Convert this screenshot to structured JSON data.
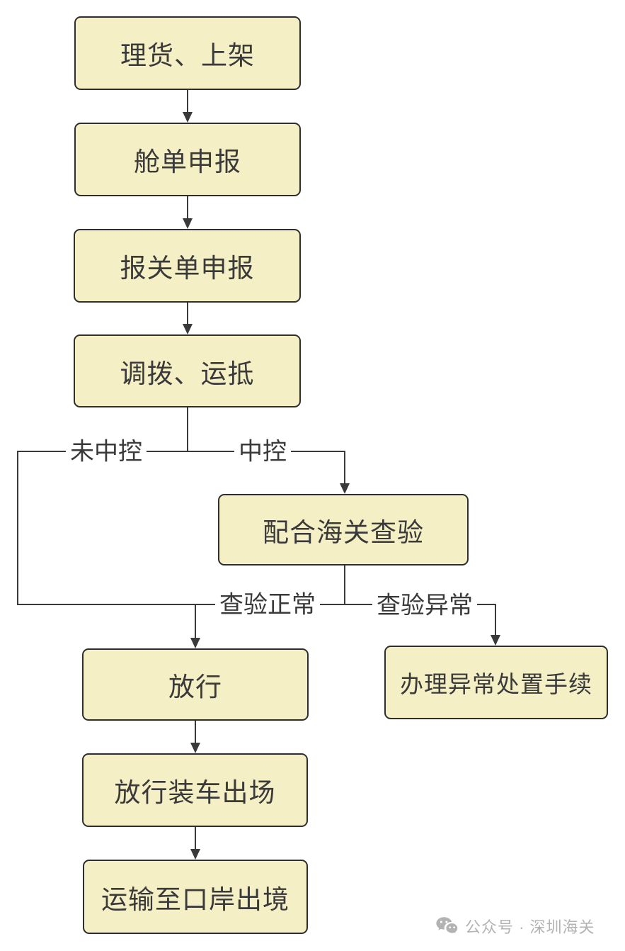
{
  "flowchart": {
    "nodes": [
      {
        "name": "tally-shelving",
        "label": "理货、上架"
      },
      {
        "name": "manifest-declaration",
        "label": "舱单申报"
      },
      {
        "name": "customs-declaration",
        "label": "报关单申报"
      },
      {
        "name": "transfer-arrival",
        "label": "调拨、运抵"
      },
      {
        "name": "customs-inspection",
        "label": "配合海关查验"
      },
      {
        "name": "release",
        "label": "放行"
      },
      {
        "name": "abnormal-procedures",
        "label": "办理异常处置手续"
      },
      {
        "name": "release-loading-exit",
        "label": "放行装车出场"
      },
      {
        "name": "transport-to-port",
        "label": "运输至口岸出境"
      }
    ],
    "edge_labels": [
      {
        "name": "not-centralized-control",
        "label": "未中控"
      },
      {
        "name": "centralized-control",
        "label": "中控"
      },
      {
        "name": "inspection-normal",
        "label": "查验正常"
      },
      {
        "name": "inspection-abnormal",
        "label": "查验异常"
      }
    ]
  },
  "watermark": {
    "icon": "wechat-icon",
    "text": "公众号 · 深圳海关"
  },
  "colors": {
    "background": "#FFFFFF",
    "node_fill": "#F5EFC5",
    "node_border": "#2E2E2E",
    "connector": "#3A3A3A",
    "node_text": "#3A3A3A",
    "watermark_text": "#B3B3B3"
  }
}
